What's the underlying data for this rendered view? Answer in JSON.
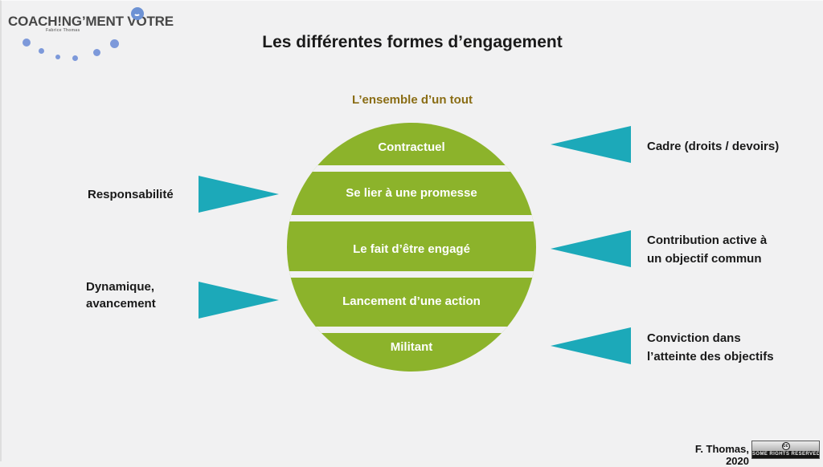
{
  "logo": {
    "brand": "COACH!NG’MENT VOTRE",
    "subtext": "Fabrice Thomas"
  },
  "title": "Les différentes formes d’engagement",
  "diagram": {
    "subtitle": "L’ensemble d’un tout",
    "bands": [
      "Contractuel",
      "Se lier à une promesse",
      "Le fait d’être engagé",
      "Lancement d’une action",
      "Militant"
    ],
    "callouts": {
      "left": [
        {
          "line1": "Responsabilité",
          "line2": ""
        },
        {
          "line1": "Dynamique,",
          "line2": "avancement"
        }
      ],
      "right": [
        {
          "line1": "Cadre (droits / devoirs)",
          "line2": ""
        },
        {
          "line1": "Contribution active à",
          "line2": "un objectif commun"
        },
        {
          "line1": "Conviction dans",
          "line2": "l’atteinte des objectifs"
        }
      ]
    }
  },
  "footer": {
    "credit": "F. Thomas, 2020",
    "cc_symbol": "cc",
    "license": "SOME RIGHTS RESERVED"
  },
  "colors": {
    "green": "#8CB32B",
    "teal": "#1CA9B9",
    "gold": "#8A6D15",
    "ink": "#1A1A1A"
  }
}
